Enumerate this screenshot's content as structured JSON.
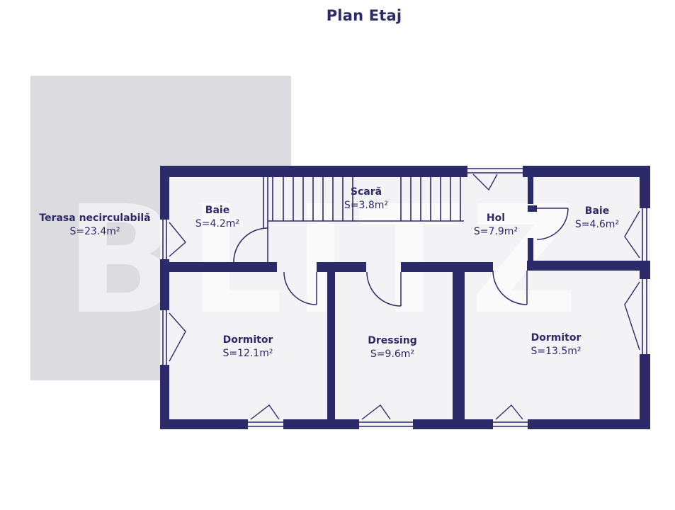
{
  "title": "Plan Etaj",
  "watermark": "BLITZ",
  "colors": {
    "wall": "#2d2a6a",
    "floor": "#f3f3f6",
    "terrace": "#dcdce0",
    "text": "#2d2a6a"
  },
  "rooms": {
    "terasa": {
      "name": "Terasa necirculabilă",
      "area": "S=23.4m²"
    },
    "baie1": {
      "name": "Baie",
      "area": "S=4.2m²"
    },
    "scara": {
      "name": "Scară",
      "area": "S=3.8m²"
    },
    "hol": {
      "name": "Hol",
      "area": "S=7.9m²"
    },
    "baie2": {
      "name": "Baie",
      "area": "S=4.6m²"
    },
    "dormitor1": {
      "name": "Dormitor",
      "area": "S=12.1m²"
    },
    "dressing": {
      "name": "Dressing",
      "area": "S=9.6m²"
    },
    "dormitor2": {
      "name": "Dormitor",
      "area": "S=13.5m²"
    }
  }
}
